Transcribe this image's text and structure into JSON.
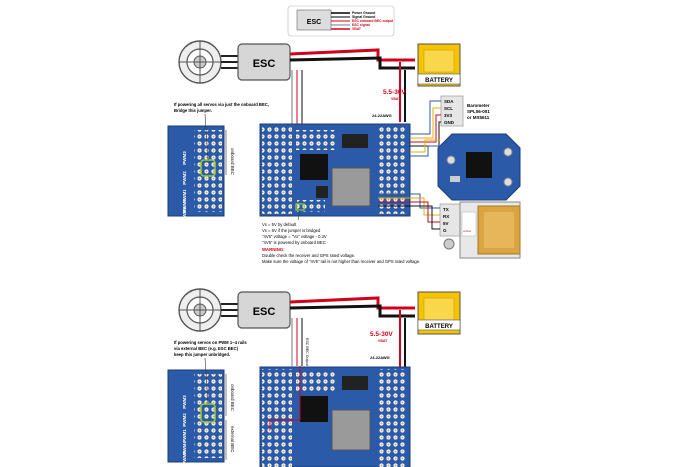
{
  "legend": {
    "esc_label": "ESC",
    "lines": [
      {
        "text": "Power Ground",
        "color": "#000000"
      },
      {
        "text": "Signal Ground",
        "color": "#000000"
      },
      {
        "text": "ESC onboard BEC output",
        "color": "#d0021b"
      },
      {
        "text": "ESC signal",
        "color": "#777777"
      },
      {
        "text": "VBAT",
        "color": "#d0021b"
      }
    ]
  },
  "top": {
    "esc_label": "ESC",
    "battery_label": "BATTERY",
    "voltage": "5.5-30V",
    "voltage_sub": "VBAT",
    "awg": "24-22AWG",
    "servo_note": [
      "If powering all servos via just the onboard BEC,",
      "Bridge this jumper."
    ],
    "header_side_label": "onboard BEC",
    "header_rows": [
      "PWM3",
      "PWM2",
      "PWM1",
      "PWM4",
      "PWM5"
    ],
    "baro_pins": [
      "SDA",
      "SCL",
      "3V3",
      "GND"
    ],
    "baro_label": [
      "Barometer",
      "SPL06-001",
      "or MS5611"
    ],
    "gps_pins": [
      "TX",
      "RX",
      "5V",
      "G"
    ],
    "notes": [
      "Vx = 5V by default",
      "Vx = 6V if the jumper is bridged",
      "\"4V5\" voltage = \"Vx\" voltage - 0.3V",
      "\"4V5\" is powered by onboard BEC"
    ],
    "warning_title": "WARNING:",
    "warning_lines": [
      "Double check the receiver and GPS rated voltage.",
      "Make sure the voltage of \"4V5\" rail is not higher than receiver and GPS rated voltage."
    ],
    "gps_brand": "u-blox"
  },
  "bottom": {
    "esc_label": "ESC",
    "battery_label": "BATTERY",
    "voltage": "5.5-30V",
    "voltage_sub": "VBAT",
    "awg": "24-22AWG",
    "bec_output_label": "ESC BEC Output",
    "servo_note": [
      "If powering servos on PWM 1~4 rails",
      "via external BEC (e.g. ESC BEC)",
      "keep this jumper unbridged."
    ],
    "header_side_label_top": "onboard BEC",
    "header_side_label_bottom": "external BEC",
    "header_rows": [
      "PWM3",
      "PWM2",
      "PWM1",
      "PWM4",
      "PWM5"
    ]
  },
  "colors": {
    "board_blue": "#2a5aa8",
    "wire_red": "#d0021b",
    "battery_yellow": "#f5c400",
    "jumper_green": "#9acd32"
  }
}
